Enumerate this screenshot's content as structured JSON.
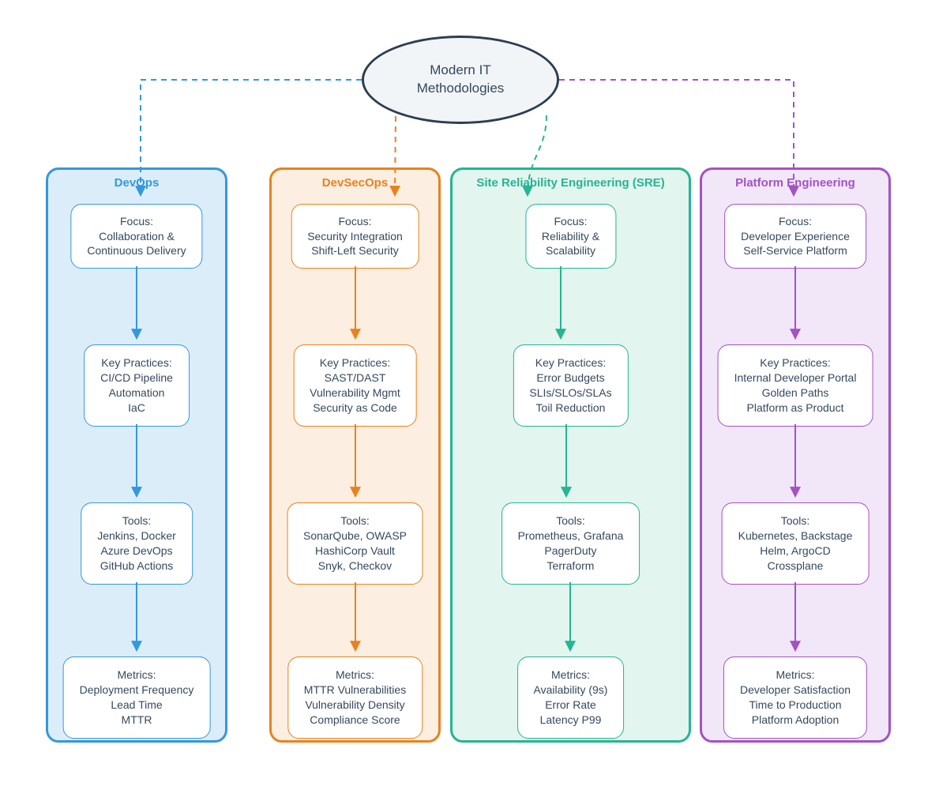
{
  "diagram_title": "Modern IT Methodologies comparison flowchart",
  "root": {
    "label": "Modern IT\nMethodologies"
  },
  "columns": [
    {
      "id": "devops",
      "title": "DevOps",
      "color": "#3498db",
      "fill": "#dcedfa",
      "boxes": [
        {
          "id": "focus",
          "label": "Focus:\nCollaboration &\nContinuous Delivery"
        },
        {
          "id": "key",
          "label": "Key Practices:\nCI/CD Pipeline\nAutomation\nIaC"
        },
        {
          "id": "tools",
          "label": "Tools:\nJenkins, Docker\nAzure DevOps\nGitHub Actions"
        },
        {
          "id": "metrics",
          "label": "Metrics:\nDeployment Frequency\nLead Time\nMTTR"
        }
      ]
    },
    {
      "id": "devsecops",
      "title": "DevSecOps",
      "color": "#e8821e",
      "fill": "#fcefe1",
      "boxes": [
        {
          "id": "focus",
          "label": "Focus:\nSecurity Integration\nShift-Left Security"
        },
        {
          "id": "key",
          "label": "Key Practices:\nSAST/DAST\nVulnerability Mgmt\nSecurity as Code"
        },
        {
          "id": "tools",
          "label": "Tools:\nSonarQube, OWASP\nHashiCorp Vault\nSnyk, Checkov"
        },
        {
          "id": "metrics",
          "label": "Metrics:\nMTTR Vulnerabilities\nVulnerability Density\nCompliance Score"
        }
      ]
    },
    {
      "id": "sre",
      "title": "Site Reliability Engineering (SRE)",
      "color": "#26b493",
      "fill": "#e2f5ee",
      "boxes": [
        {
          "id": "focus",
          "label": "Focus:\nReliability &\nScalability"
        },
        {
          "id": "key",
          "label": "Key Practices:\nError Budgets\nSLIs/SLOs/SLAs\nToil Reduction"
        },
        {
          "id": "tools",
          "label": "Tools:\nPrometheus, Grafana\nPagerDuty\nTerraform"
        },
        {
          "id": "metrics",
          "label": "Metrics:\nAvailability (9s)\nError Rate\nLatency P99"
        }
      ]
    },
    {
      "id": "platform",
      "title": "Platform Engineering",
      "color": "#a352c4",
      "fill": "#f2e6f9",
      "boxes": [
        {
          "id": "focus",
          "label": "Focus:\nDeveloper Experience\nSelf-Service Platform"
        },
        {
          "id": "key",
          "label": "Key Practices:\nInternal Developer Portal\nGolden Paths\nPlatform as Product"
        },
        {
          "id": "tools",
          "label": "Tools:\nKubernetes, Backstage\nHelm, ArgoCD\nCrossplane"
        },
        {
          "id": "metrics",
          "label": "Metrics:\nDeveloper Satisfaction\nTime to Production\nPlatform Adoption"
        }
      ]
    }
  ],
  "edges": [
    {
      "from": "root",
      "to": "devops",
      "style": "dashed"
    },
    {
      "from": "root",
      "to": "devsecops",
      "style": "dashed"
    },
    {
      "from": "root",
      "to": "sre",
      "style": "dashed"
    },
    {
      "from": "root",
      "to": "platform",
      "style": "dashed"
    }
  ],
  "column_flow": [
    "focus",
    "key",
    "tools",
    "metrics"
  ],
  "colors": {
    "root_border": "#2c3e50",
    "root_fill": "#f2f5f8",
    "node_text": "#34495e",
    "background": "#ffffff"
  }
}
